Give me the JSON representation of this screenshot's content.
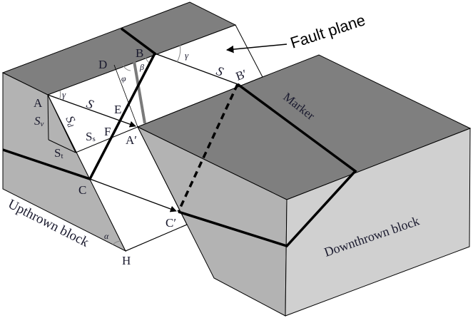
{
  "title": "Fault block diagram with marker displacement",
  "colors": {
    "top_face": "#7f7f7f",
    "side_face_dark": "#b3b3b3",
    "side_face_light": "#d0d0d0",
    "fault_plane": "#ffffff",
    "marker": "#000000",
    "pitch_line": "#7a7a7a"
  },
  "labels": {
    "fault_plane": "Fault plane",
    "marker": "Marker",
    "upthrown": "Upthrown block",
    "downthrown": "Downthrown block"
  },
  "points": {
    "A": "A",
    "B": "B",
    "C": "C",
    "D": "D",
    "E": "E",
    "F": "F",
    "H": "H",
    "A_prime": "A′",
    "B_prime": "B′",
    "C_prime": "C′"
  },
  "symbols": {
    "S1": "S",
    "S2": "S",
    "Sv": "S",
    "Sv_sub": "v",
    "Sd": "S",
    "Sd_sub": "d",
    "Ss": "S",
    "Ss_sub": "s",
    "St": "S",
    "St_sub": "t",
    "gamma1": "γ",
    "gamma2": "γ",
    "beta": "β",
    "phi": "φ",
    "alpha": "α"
  }
}
